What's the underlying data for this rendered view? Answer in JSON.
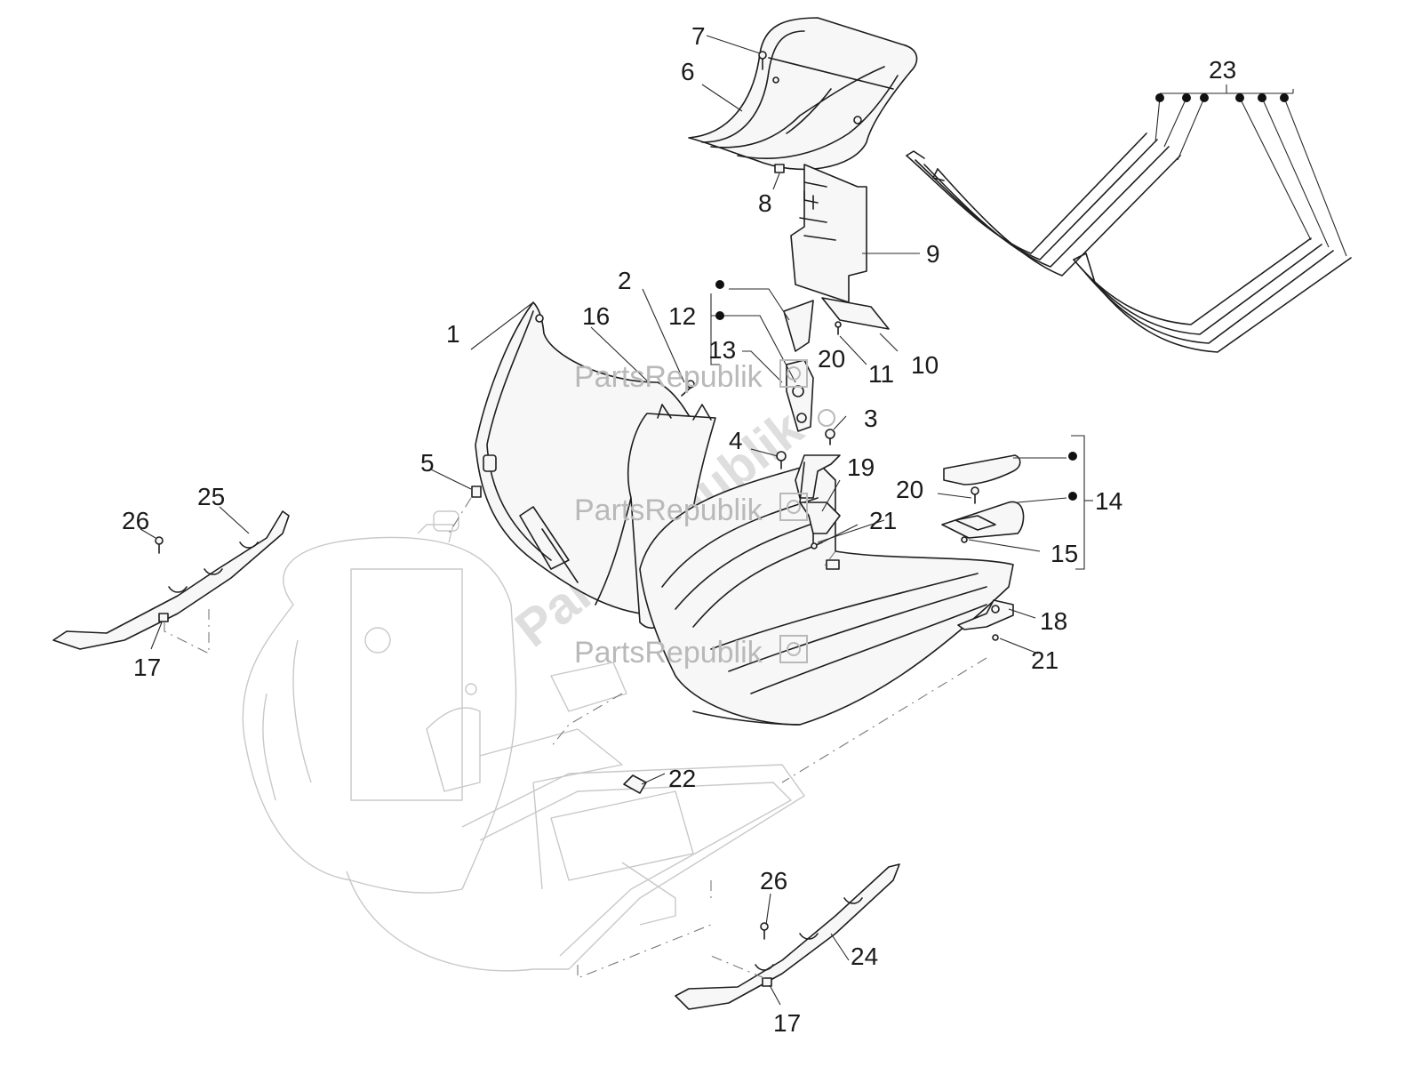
{
  "watermark": {
    "text": "PartsRepublik",
    "big_text": "PartsRepublik"
  },
  "callouts": [
    {
      "id": "c1",
      "label": "1"
    },
    {
      "id": "c2",
      "label": "2"
    },
    {
      "id": "c3",
      "label": "3"
    },
    {
      "id": "c4",
      "label": "4"
    },
    {
      "id": "c5",
      "label": "5"
    },
    {
      "id": "c6",
      "label": "6"
    },
    {
      "id": "c7",
      "label": "7"
    },
    {
      "id": "c8",
      "label": "8"
    },
    {
      "id": "c9",
      "label": "9"
    },
    {
      "id": "c10",
      "label": "10"
    },
    {
      "id": "c11",
      "label": "11"
    },
    {
      "id": "c12",
      "label": "12"
    },
    {
      "id": "c13",
      "label": "13"
    },
    {
      "id": "c14",
      "label": "14"
    },
    {
      "id": "c15",
      "label": "15"
    },
    {
      "id": "c16",
      "label": "16"
    },
    {
      "id": "c17a",
      "label": "17"
    },
    {
      "id": "c17b",
      "label": "17"
    },
    {
      "id": "c18",
      "label": "18"
    },
    {
      "id": "c19",
      "label": "19"
    },
    {
      "id": "c20a",
      "label": "20"
    },
    {
      "id": "c20b",
      "label": "20"
    },
    {
      "id": "c21a",
      "label": "21"
    },
    {
      "id": "c21b",
      "label": "21"
    },
    {
      "id": "c22",
      "label": "22"
    },
    {
      "id": "c23",
      "label": "23"
    },
    {
      "id": "c24",
      "label": "24"
    },
    {
      "id": "c25",
      "label": "25"
    },
    {
      "id": "c26a",
      "label": "26"
    },
    {
      "id": "c26b",
      "label": "26"
    }
  ]
}
